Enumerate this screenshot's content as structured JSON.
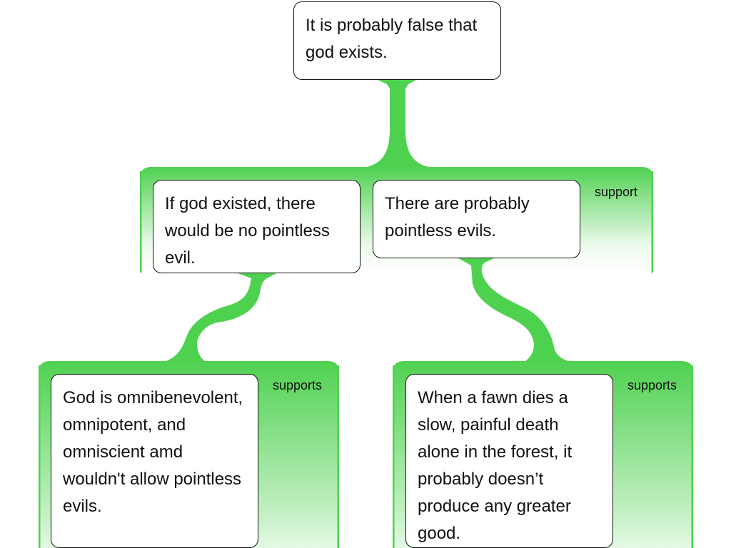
{
  "colors": {
    "accent": "#4fd150",
    "box_border": "#111111",
    "background": "#ffffff"
  },
  "claims": {
    "root": "It is probably false that god exists.",
    "premise_1": "If god existed, there would be no pointless evil.",
    "premise_2": "There are probably pointless evils.",
    "premise_1_support": "God is omnibenevolent, omnipotent, and omniscient amd wouldn't allow pointless evils.",
    "premise_2_support": "When a fawn dies a slow, painful death alone in the forest, it probably doesn’t produce any greater good."
  },
  "relations": {
    "root_support": "support",
    "premise_1_support": "supports",
    "premise_2_support": "supports"
  }
}
